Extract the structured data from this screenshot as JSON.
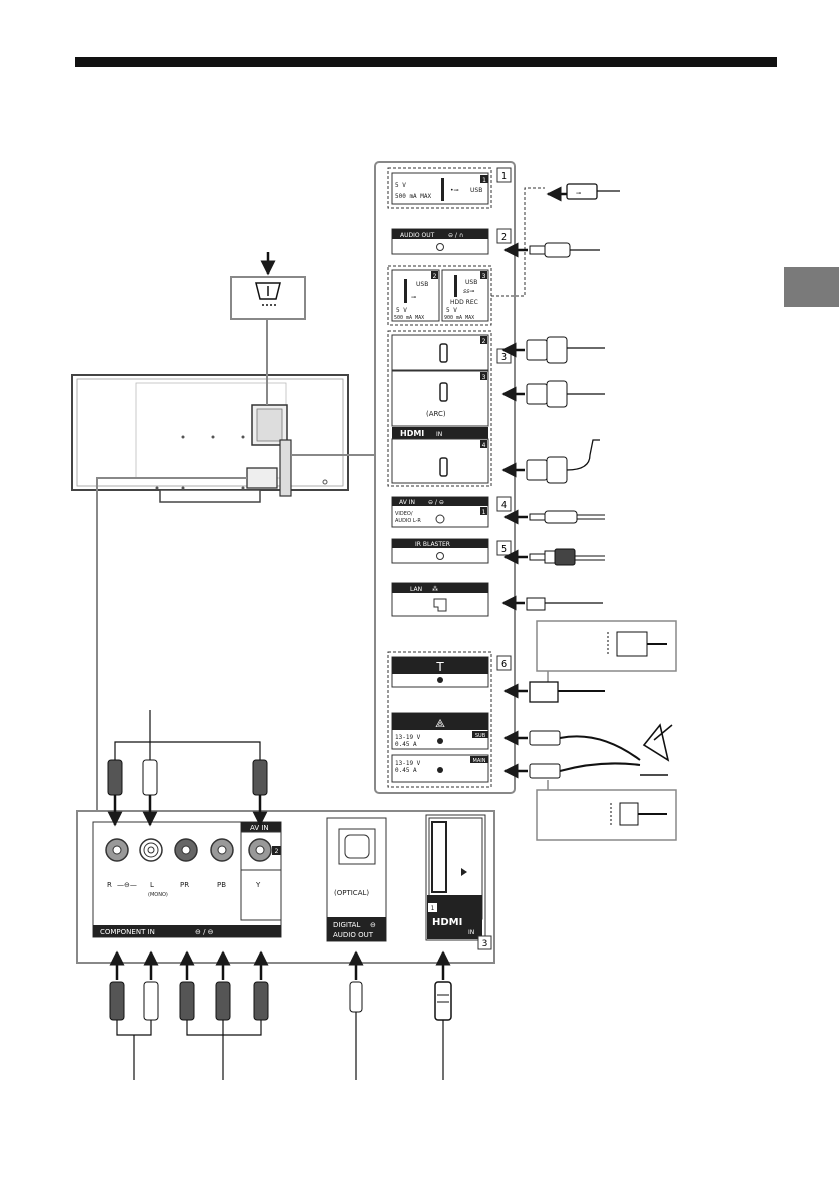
{
  "panel": {
    "usb1": {
      "number": "1",
      "voltage": "5 V",
      "current": "500 mA MAX",
      "label": "USB"
    },
    "audio_out": {
      "number": "2",
      "label": "AUDIO OUT"
    },
    "usb2": {
      "number": "2",
      "label": "USB",
      "voltage": "5 V",
      "current": "500 mA MAX"
    },
    "usb3": {
      "number": "3",
      "label": "USB",
      "sub": "HDD REC",
      "voltage": "5 V",
      "current": "900 mA MAX"
    },
    "hdmi": {
      "group_number": "3",
      "port2": "2",
      "port3": "3",
      "arc": "(ARC)",
      "port4": "4",
      "brand": "HDMI",
      "in": "IN"
    },
    "av_in": {
      "group_number": "4",
      "label": "AV IN",
      "port": "1",
      "sub1": "VIDEO/",
      "sub2": "AUDIO L-R"
    },
    "ir": {
      "group_number": "5",
      "label": "IR BLASTER"
    },
    "lan": {
      "label": "LAN"
    },
    "antenna": {
      "group_number": "6",
      "sat_spec": "13-19 V",
      "sat_current": "0.45 A",
      "sub": "SUB",
      "main": "MAIN"
    }
  },
  "lower_panel": {
    "av_in_label": "AV IN",
    "av_in_number": "2",
    "r": "R",
    "l": "L",
    "mono": "(MONO)",
    "pr": "PR",
    "pb": "PB",
    "y": "Y",
    "component_in": "COMPONENT IN",
    "optical": "(OPTICAL)",
    "digital": "DIGITAL",
    "audio_out": "AUDIO OUT",
    "hdmi_number": "1",
    "hdmi_brand": "HDMI",
    "hdmi_in": "IN",
    "hdmi_group": "3"
  }
}
